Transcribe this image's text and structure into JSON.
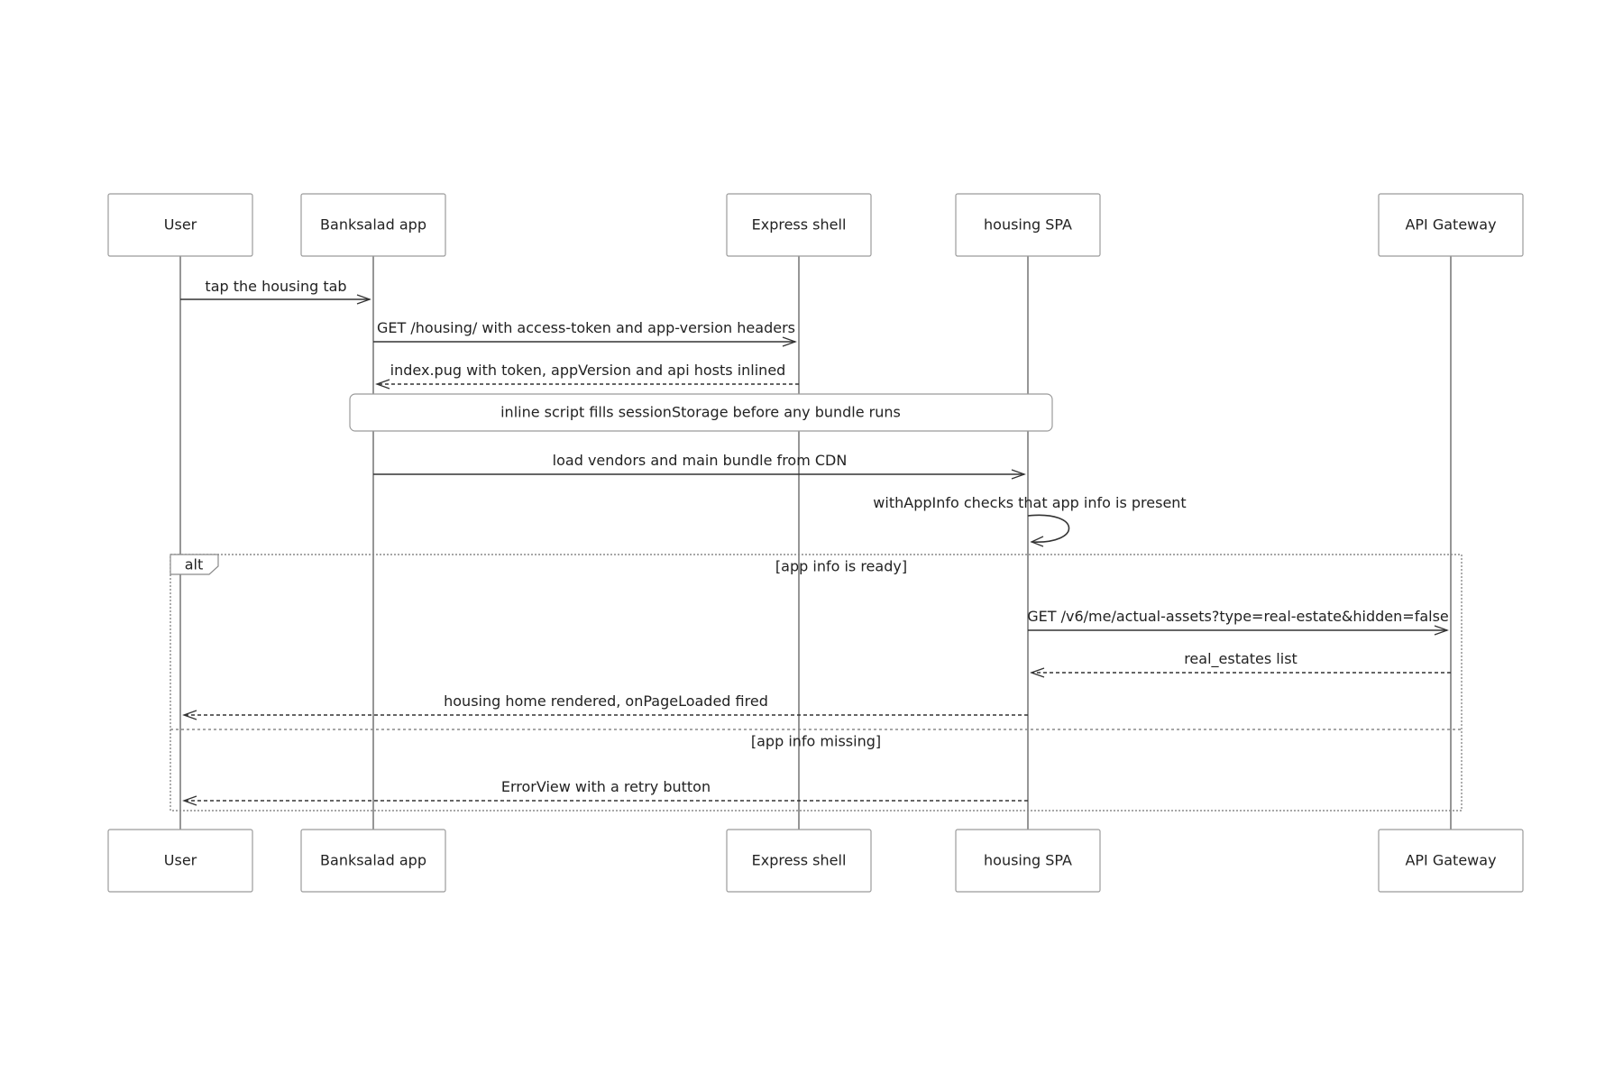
{
  "participants": [
    {
      "id": "user",
      "label": "User"
    },
    {
      "id": "app",
      "label": "Banksalad app"
    },
    {
      "id": "shell",
      "label": "Express shell"
    },
    {
      "id": "spa",
      "label": "housing SPA"
    },
    {
      "id": "gateway",
      "label": "API Gateway"
    }
  ],
  "messages": [
    {
      "id": "m1",
      "from": "user",
      "to": "app",
      "style": "solid",
      "label": "tap the housing tab"
    },
    {
      "id": "m2",
      "from": "app",
      "to": "shell",
      "style": "solid",
      "label": "GET /housing/ with access-token and app-version headers"
    },
    {
      "id": "m3",
      "from": "shell",
      "to": "app",
      "style": "dashed",
      "label": "index.pug with token, appVersion and api hosts inlined"
    },
    {
      "id": "m4",
      "from": "app",
      "to": "spa",
      "style": "solid",
      "label": "load vendors and main bundle from CDN"
    },
    {
      "id": "m5",
      "from": "spa",
      "to": "spa",
      "style": "solid",
      "label": "withAppInfo checks that app info is present"
    },
    {
      "id": "m6",
      "from": "spa",
      "to": "gateway",
      "style": "solid",
      "label": "GET /v6/me/actual-assets?type=real-estate&hidden=false"
    },
    {
      "id": "m7",
      "from": "gateway",
      "to": "spa",
      "style": "dashed",
      "label": "real_estates list"
    },
    {
      "id": "m8",
      "from": "spa",
      "to": "user",
      "style": "dashed",
      "label": "housing home rendered, onPageLoaded fired"
    },
    {
      "id": "m9",
      "from": "spa",
      "to": "user",
      "style": "dashed",
      "label": "ErrorView with a retry button"
    }
  ],
  "note": {
    "over": [
      "app",
      "spa"
    ],
    "text": "inline script fills sessionStorage before any bundle runs"
  },
  "alt_frame": {
    "keyword": "alt",
    "sections": [
      {
        "condition": "[app info is ready]"
      },
      {
        "condition": "[app info missing]"
      }
    ]
  }
}
